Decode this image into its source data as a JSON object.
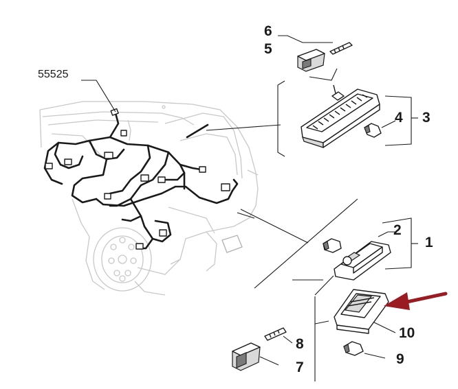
{
  "diagram": {
    "labels": {
      "harness": "55525",
      "part_1": "1",
      "part_2": "2",
      "part_3": "3",
      "part_4": "4",
      "part_5": "5",
      "part_6": "6",
      "part_7": "7",
      "part_8": "8",
      "part_9": "9",
      "part_10": "10"
    },
    "highlight_arrow_color": "#9b1b22",
    "ink_color": "#1a1a1a",
    "car_outline_color": "#c8c8c8"
  }
}
